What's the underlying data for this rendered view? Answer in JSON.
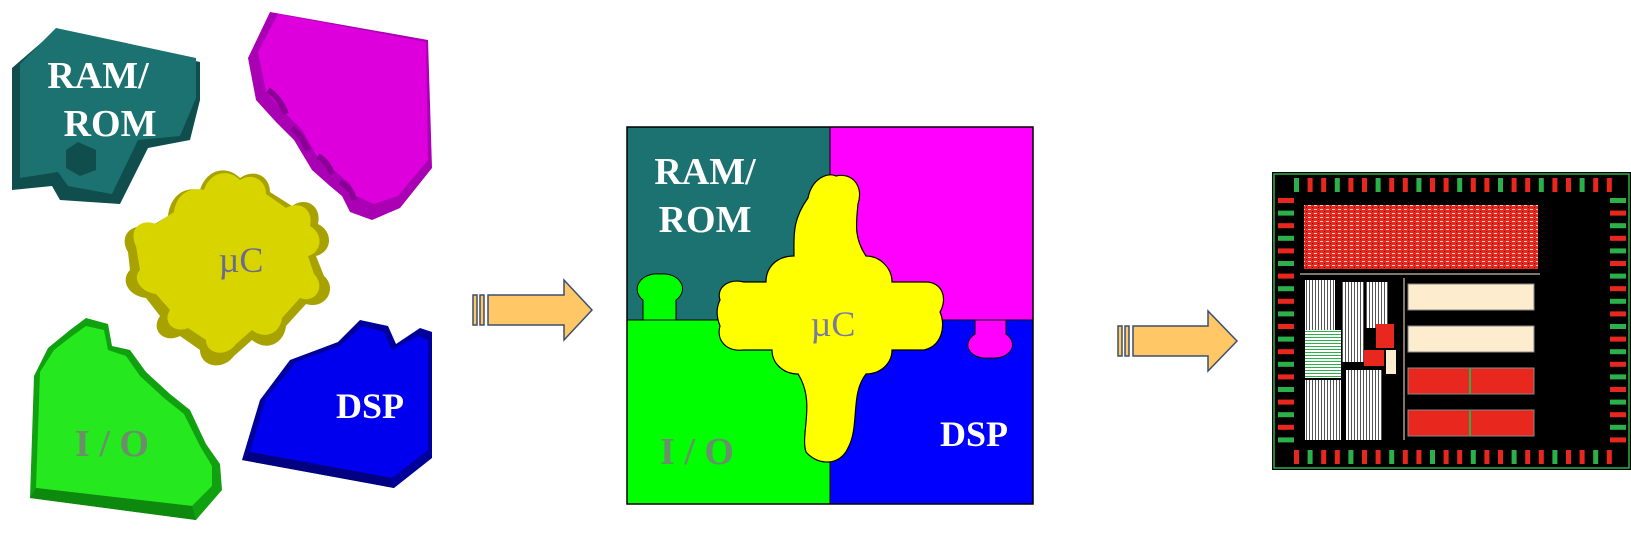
{
  "colors": {
    "ram_rom": "#1b7270",
    "ram_rom_dark": "#0f4e4d",
    "magenta": "#ff00ff",
    "magenta_dark": "#a800b2",
    "uc": "#ffff00",
    "uc_3d": "#d8d400",
    "uc_3d_dark": "#a8a200",
    "io": "#00ff00",
    "io_3d": "#25e81e",
    "io_3d_dark": "#10a010",
    "dsp": "#0000ff",
    "dsp_dark": "#00009a",
    "arrow_fill": "#ffc766",
    "arrow_stroke": "#3d4f6e",
    "chip_bg": "#000000",
    "chip_red": "#e8281e",
    "chip_cream": "#fdeccd",
    "chip_green": "#2bb04a"
  },
  "exploded": {
    "ram_rom_line1": "RAM/",
    "ram_rom_line2": "ROM",
    "uc": "µC",
    "io": "I / O",
    "dsp": "DSP"
  },
  "assembled": {
    "ram_rom_line1": "RAM/",
    "ram_rom_line2": "ROM",
    "uc": "µC",
    "io": "I / O",
    "dsp": "DSP"
  },
  "icons": {
    "arrow1": "right-arrow-icon",
    "arrow2": "right-arrow-icon",
    "chip": "chip-layout-icon"
  }
}
